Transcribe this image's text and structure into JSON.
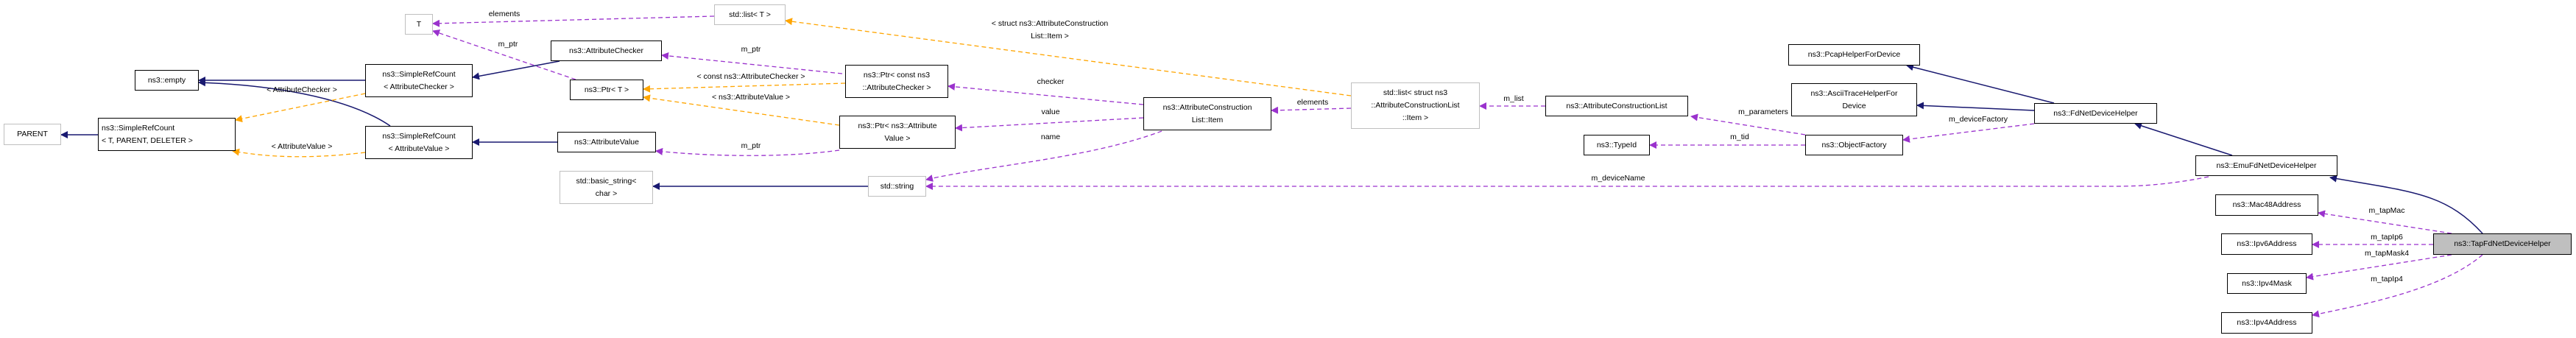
{
  "colors": {
    "inheritance": "#191970",
    "template": "#ffa500",
    "usage": "#9a32cd",
    "focus_fill": "#bfbfbf"
  },
  "nodes": {
    "T": "T",
    "empty": "ns3::empty",
    "parent": "PARENT",
    "src_tpd": "ns3::SimpleRefCount\n< T, PARENT, DELETER >",
    "src_ac": "ns3::SimpleRefCount\n< AttributeChecker >",
    "src_av": "ns3::SimpleRefCount\n< AttributeValue >",
    "list_t": "std::list< T >",
    "attr_checker": "ns3::AttributeChecker",
    "ptr_t": "ns3::Ptr< T >",
    "ptr_const_ac": "ns3::Ptr< const ns3\n::AttributeChecker >",
    "ptr_av": "ns3::Ptr< ns3::Attribute\nValue >",
    "attr_value": "ns3::AttributeValue",
    "basic_string": "std::basic_string<\nchar >",
    "std_string": "std::string",
    "acl_item": "ns3::AttributeConstruction\nList::Item",
    "list_item": "std::list< struct ns3\n::AttributeConstructionList\n::Item >",
    "acl": "ns3::AttributeConstructionList",
    "typeid": "ns3::TypeId",
    "object_factory": "ns3::ObjectFactory",
    "pcap": "ns3::PcapHelperForDevice",
    "ascii": "ns3::AsciiTraceHelperFor\nDevice",
    "fd": "ns3::FdNetDeviceHelper",
    "emu": "ns3::EmuFdNetDeviceHelper",
    "mac48": "ns3::Mac48Address",
    "ipv6": "ns3::Ipv6Address",
    "ipv4mask": "ns3::Ipv4Mask",
    "ipv4addr": "ns3::Ipv4Address",
    "tapfd": "ns3::TapFdNetDeviceHelper"
  },
  "edge_labels": {
    "elements_t": "elements",
    "m_ptr_t": "m_ptr",
    "tmpl_ac": "< AttributeChecker >",
    "tmpl_av": "< AttributeValue >",
    "m_ptr_ac": "m_ptr",
    "tmpl_const_ac": "< const ns3::AttributeChecker >",
    "tmpl_ns3_av": "< ns3::AttributeValue >",
    "m_ptr_av": "m_ptr",
    "tmpl_struct": "< struct ns3::AttributeConstruction\nList::Item >",
    "checker": "checker",
    "value": "value",
    "name": "name",
    "elements_item": "elements",
    "m_list": "m_list",
    "m_parameters": "m_parameters",
    "m_tid": "m_tid",
    "m_deviceName": "m_deviceName",
    "m_deviceFactory": "m_deviceFactory",
    "m_tapMac": "m_tapMac",
    "m_tapIp6": "m_tapIp6",
    "m_tapMask4": "m_tapMask4",
    "m_tapIp4": "m_tapIp4"
  }
}
